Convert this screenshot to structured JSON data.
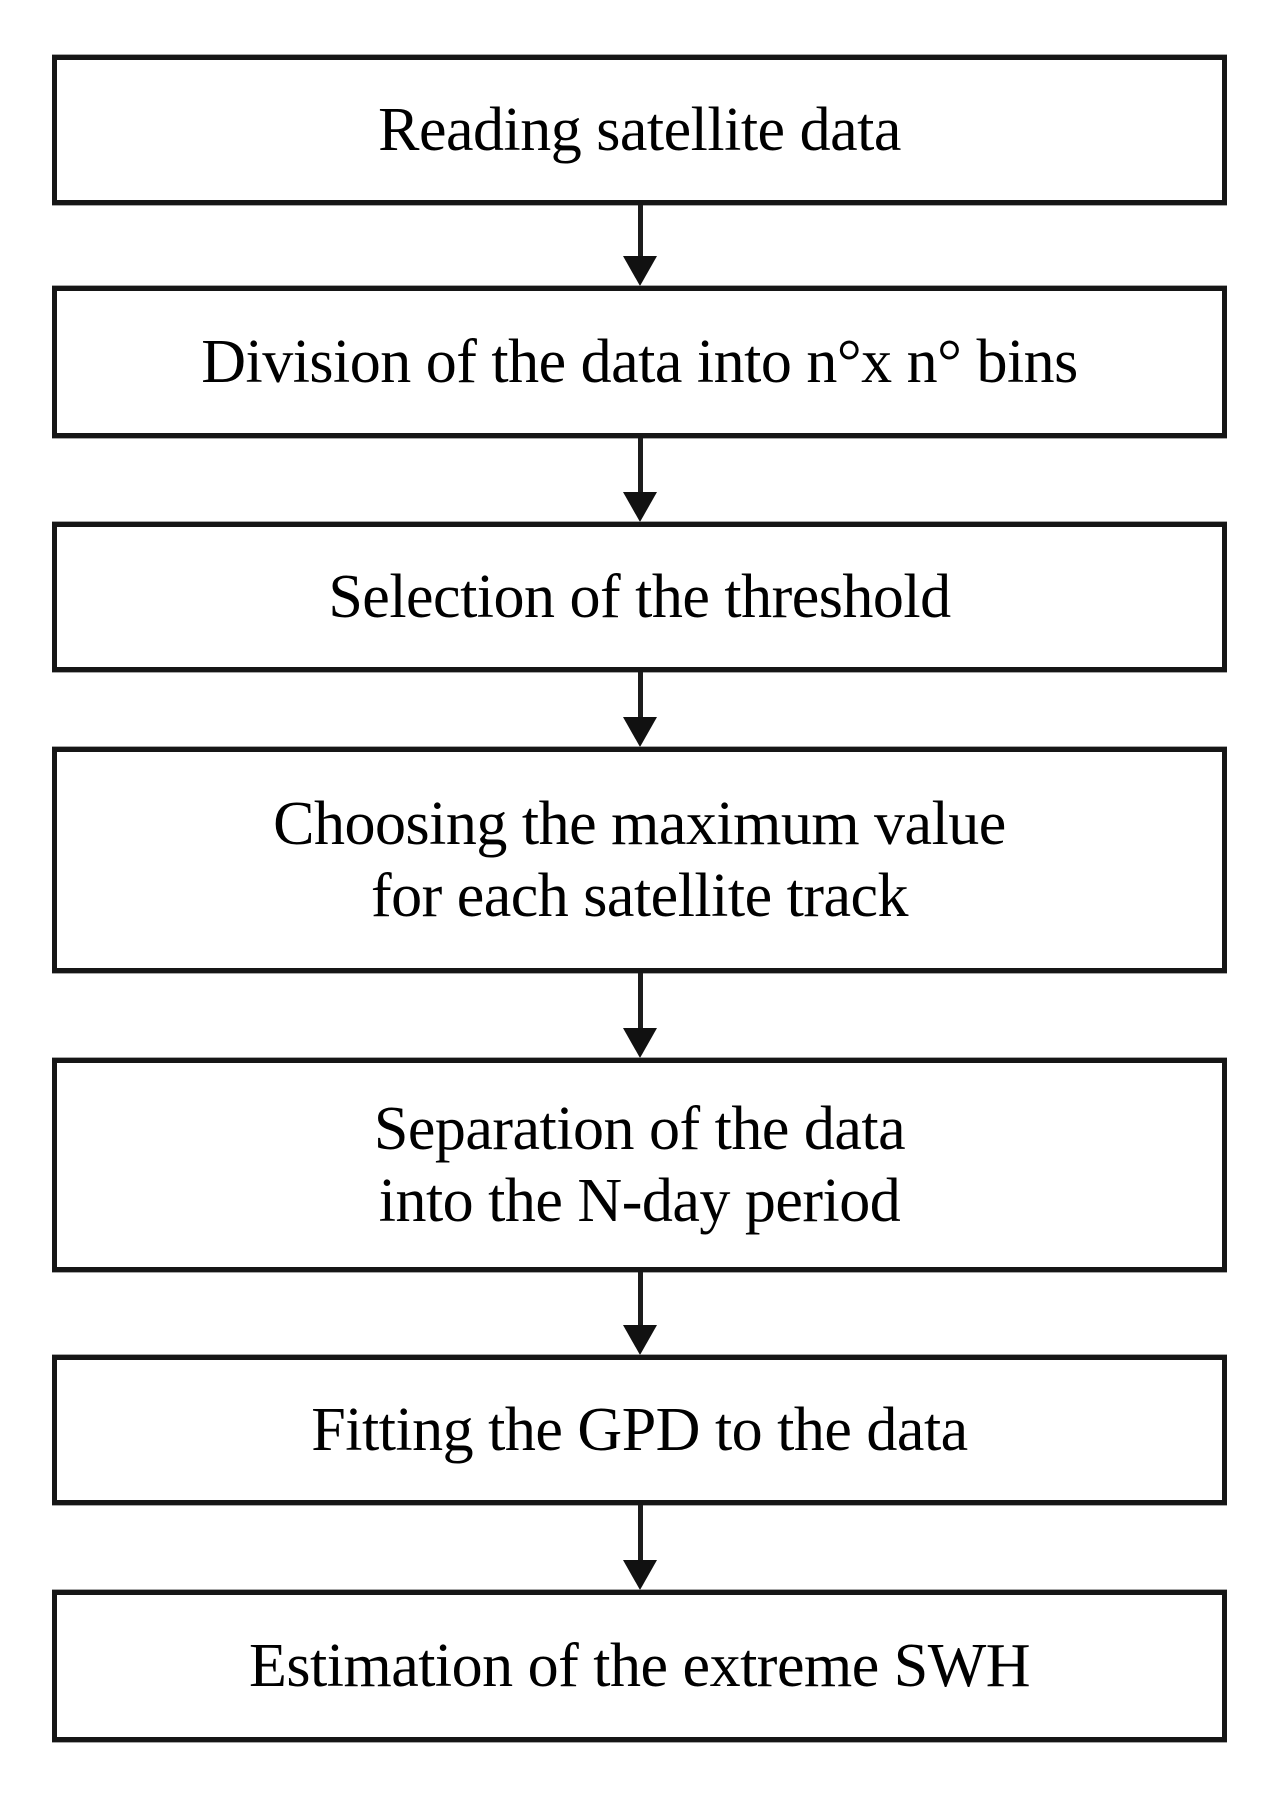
{
  "diagram": {
    "type": "flowchart",
    "direction": "top-down",
    "steps": [
      {
        "id": 1,
        "lines": [
          "Reading satellite data"
        ]
      },
      {
        "id": 2,
        "lines": [
          "Division of the data into n°x n° bins"
        ]
      },
      {
        "id": 3,
        "lines": [
          "Selection of the threshold"
        ]
      },
      {
        "id": 4,
        "lines": [
          "Choosing the maximum value",
          "for each satellite track"
        ]
      },
      {
        "id": 5,
        "lines": [
          "Separation of the data",
          "into the N-day period"
        ]
      },
      {
        "id": 6,
        "lines": [
          "Fitting the GPD to the data"
        ]
      },
      {
        "id": 7,
        "lines": [
          "Estimation of the extreme SWH"
        ]
      }
    ],
    "connectors": [
      {
        "from": 1,
        "to": 2,
        "type": "arrow-down"
      },
      {
        "from": 2,
        "to": 3,
        "type": "arrow-down"
      },
      {
        "from": 3,
        "to": 4,
        "type": "arrow-down"
      },
      {
        "from": 4,
        "to": 5,
        "type": "arrow-down"
      },
      {
        "from": 5,
        "to": 6,
        "type": "arrow-down"
      },
      {
        "from": 6,
        "to": 7,
        "type": "arrow-down"
      }
    ]
  },
  "colors": {
    "background": "#ffffff",
    "box_fill": "#ffffff",
    "box_border": "#161616",
    "text": "#000000",
    "arrow": "#1c1c1c"
  }
}
